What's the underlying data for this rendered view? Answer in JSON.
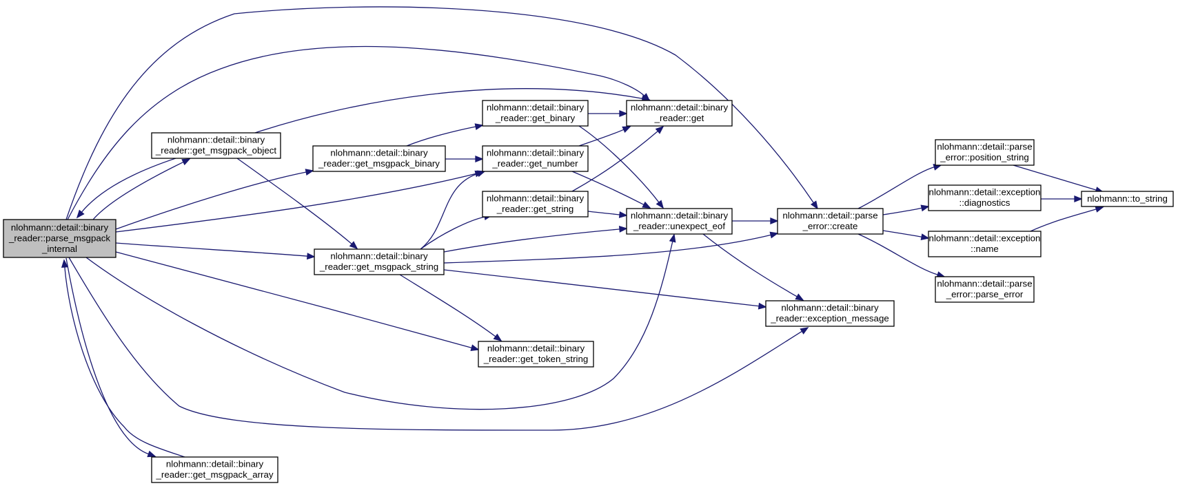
{
  "nodes": [
    {
      "id": "parse_msgpack_internal",
      "lines": [
        "nlohmann::detail::binary",
        "_reader::parse_msgpack",
        "_internal"
      ],
      "highlighted": true
    },
    {
      "id": "get_msgpack_object",
      "lines": [
        "nlohmann::detail::binary",
        "_reader::get_msgpack_object"
      ]
    },
    {
      "id": "get_msgpack_array",
      "lines": [
        "nlohmann::detail::binary",
        "_reader::get_msgpack_array"
      ]
    },
    {
      "id": "get_msgpack_binary",
      "lines": [
        "nlohmann::detail::binary",
        "_reader::get_msgpack_binary"
      ]
    },
    {
      "id": "get_msgpack_string",
      "lines": [
        "nlohmann::detail::binary",
        "_reader::get_msgpack_string"
      ]
    },
    {
      "id": "get_binary",
      "lines": [
        "nlohmann::detail::binary",
        "_reader::get_binary"
      ]
    },
    {
      "id": "get_number",
      "lines": [
        "nlohmann::detail::binary",
        "_reader::get_number"
      ]
    },
    {
      "id": "get_string",
      "lines": [
        "nlohmann::detail::binary",
        "_reader::get_string"
      ]
    },
    {
      "id": "get_token_string",
      "lines": [
        "nlohmann::detail::binary",
        "_reader::get_token_string"
      ]
    },
    {
      "id": "get",
      "lines": [
        "nlohmann::detail::binary",
        "_reader::get"
      ]
    },
    {
      "id": "unexpect_eof",
      "lines": [
        "nlohmann::detail::binary",
        "_reader::unexpect_eof"
      ]
    },
    {
      "id": "exception_message",
      "lines": [
        "nlohmann::detail::binary",
        "_reader::exception_message"
      ]
    },
    {
      "id": "parse_error_create",
      "lines": [
        "nlohmann::detail::parse",
        "_error::create"
      ]
    },
    {
      "id": "position_string",
      "lines": [
        "nlohmann::detail::parse",
        "_error::position_string"
      ]
    },
    {
      "id": "diagnostics",
      "lines": [
        "nlohmann::detail::exception",
        "::diagnostics"
      ]
    },
    {
      "id": "exception_name",
      "lines": [
        "nlohmann::detail::exception",
        "::name"
      ]
    },
    {
      "id": "parse_error_ctor",
      "lines": [
        "nlohmann::detail::parse",
        "_error::parse_error"
      ]
    },
    {
      "id": "to_string",
      "lines": [
        "nlohmann::to_string"
      ]
    }
  ],
  "edges": [
    {
      "from": "parse_msgpack_internal",
      "to": "get_msgpack_object"
    },
    {
      "from": "parse_msgpack_internal",
      "to": "get_msgpack_array"
    },
    {
      "from": "parse_msgpack_internal",
      "to": "get_msgpack_binary"
    },
    {
      "from": "parse_msgpack_internal",
      "to": "get_msgpack_string"
    },
    {
      "from": "parse_msgpack_internal",
      "to": "get_number"
    },
    {
      "from": "parse_msgpack_internal",
      "to": "get"
    },
    {
      "from": "parse_msgpack_internal",
      "to": "parse_error_create"
    },
    {
      "from": "parse_msgpack_internal",
      "to": "unexpect_eof"
    },
    {
      "from": "parse_msgpack_internal",
      "to": "get_token_string"
    },
    {
      "from": "parse_msgpack_internal",
      "to": "exception_message"
    },
    {
      "from": "get_msgpack_object",
      "to": "parse_msgpack_internal"
    },
    {
      "from": "get_msgpack_object",
      "to": "get"
    },
    {
      "from": "get_msgpack_object",
      "to": "get_msgpack_string"
    },
    {
      "from": "get_msgpack_array",
      "to": "parse_msgpack_internal"
    },
    {
      "from": "get_msgpack_binary",
      "to": "get_binary"
    },
    {
      "from": "get_msgpack_binary",
      "to": "get_number"
    },
    {
      "from": "get_msgpack_string",
      "to": "get_number"
    },
    {
      "from": "get_msgpack_string",
      "to": "get_string"
    },
    {
      "from": "get_msgpack_string",
      "to": "unexpect_eof"
    },
    {
      "from": "get_msgpack_string",
      "to": "parse_error_create"
    },
    {
      "from": "get_msgpack_string",
      "to": "get_token_string"
    },
    {
      "from": "get_msgpack_string",
      "to": "exception_message"
    },
    {
      "from": "get_binary",
      "to": "get"
    },
    {
      "from": "get_binary",
      "to": "unexpect_eof"
    },
    {
      "from": "get_number",
      "to": "get"
    },
    {
      "from": "get_number",
      "to": "unexpect_eof"
    },
    {
      "from": "get_string",
      "to": "get"
    },
    {
      "from": "get_string",
      "to": "unexpect_eof"
    },
    {
      "from": "unexpect_eof",
      "to": "parse_error_create"
    },
    {
      "from": "unexpect_eof",
      "to": "exception_message"
    },
    {
      "from": "parse_error_create",
      "to": "position_string"
    },
    {
      "from": "parse_error_create",
      "to": "diagnostics"
    },
    {
      "from": "parse_error_create",
      "to": "exception_name"
    },
    {
      "from": "parse_error_create",
      "to": "parse_error_ctor"
    },
    {
      "from": "position_string",
      "to": "to_string"
    },
    {
      "from": "diagnostics",
      "to": "to_string"
    },
    {
      "from": "exception_name",
      "to": "to_string"
    }
  ],
  "colors": {
    "edge": "#191970",
    "node_border": "#000000",
    "node_fill": "#ffffff",
    "highlight_fill": "#bfbfbf"
  }
}
